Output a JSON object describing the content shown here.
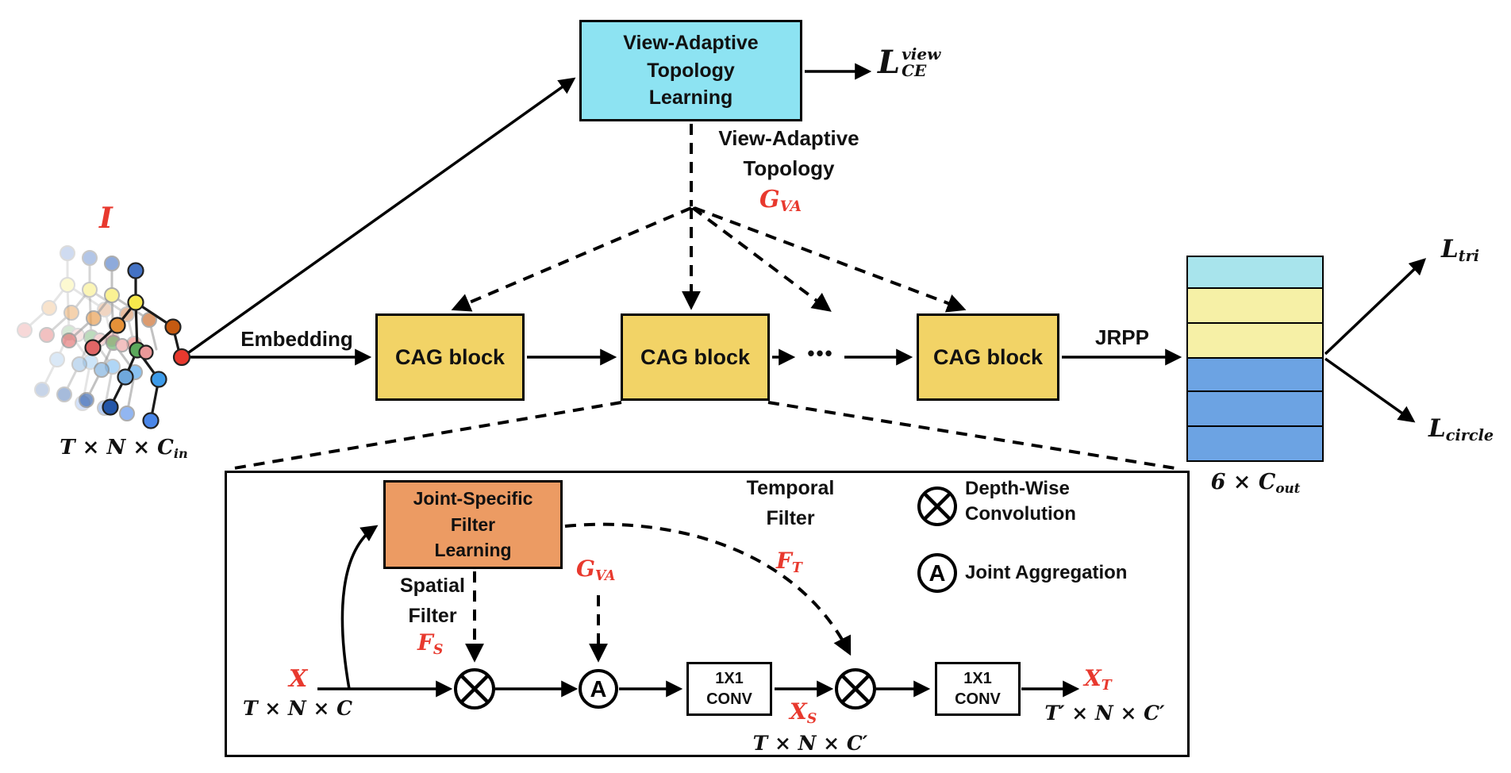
{
  "colors": {
    "red": "#E8392E",
    "vatl_fill": "#8DE3F2",
    "cag_fill": "#F2D366",
    "orange_fill": "#EC9B63",
    "stack_cyan": "#A8E4EC",
    "stack_yellow": "#F6F0A6",
    "stack_blue": "#6CA3E3"
  },
  "top": {
    "vatl": {
      "line1": "View-Adaptive",
      "line2": "Topology",
      "line3": "Learning"
    },
    "loss_ce": {
      "base": "L",
      "sup": "view",
      "sub": "CE"
    },
    "va_topology": {
      "line1": "View-Adaptive",
      "line2": "Topology"
    },
    "gva": {
      "base": "G",
      "sub": "VA"
    }
  },
  "input": {
    "symbol": "I",
    "dims": {
      "base": "T × N × C",
      "sub": "in"
    }
  },
  "pipeline": {
    "embedding_label": "Embedding",
    "cag1": "CAG block",
    "cag2": "CAG block",
    "cag3": "CAG block",
    "dots": "•••",
    "jrpp_label": "JRPP"
  },
  "output": {
    "stack_bands": [
      "cyan",
      "yellow",
      "yellow",
      "blue",
      "blue",
      "blue"
    ],
    "dims": {
      "base": "6 × C",
      "sub": "out"
    },
    "loss_tri": {
      "base": "L",
      "sub": "tri"
    },
    "loss_circle": {
      "base": "L",
      "sub": "circle"
    }
  },
  "detail": {
    "jsfl": {
      "line1": "Joint-Specific",
      "line2": "Filter",
      "line3": "Learning"
    },
    "spatial_filter": {
      "line1": "Spatial",
      "line2": "Filter"
    },
    "fs": {
      "base": "F",
      "sub": "S"
    },
    "gva": {
      "base": "G",
      "sub": "VA"
    },
    "temporal_filter": {
      "line1": "Temporal",
      "line2": "Filter"
    },
    "ft": {
      "base": "F",
      "sub": "T"
    },
    "x_in": {
      "symbol": "X",
      "dims": "T × N × C"
    },
    "conv1": {
      "line1": "1X1",
      "line2": "CONV"
    },
    "conv2": {
      "line1": "1X1",
      "line2": "CONV"
    },
    "xs": {
      "base": "X",
      "sub": "S",
      "dims": "T × N × C′"
    },
    "xt": {
      "base": "X",
      "sub": "T",
      "dims": "T′ × N × C′"
    },
    "legend": {
      "a_symbol": "A",
      "depthwise": {
        "line1": "Depth-Wise",
        "line2": "Convolution"
      },
      "aggregation": "Joint Aggregation"
    }
  }
}
